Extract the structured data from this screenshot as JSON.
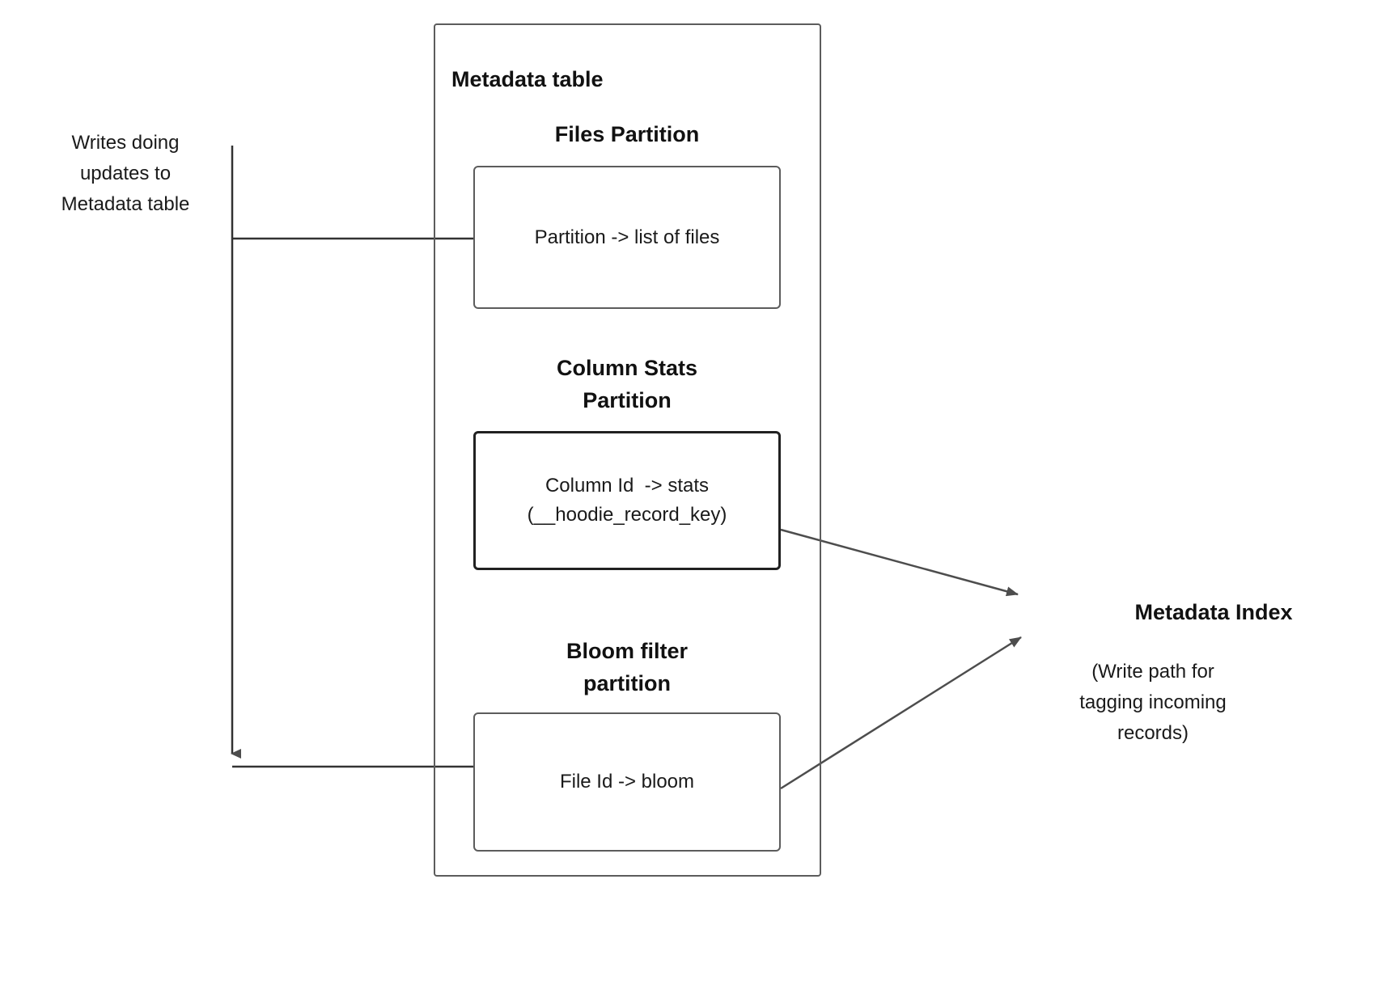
{
  "diagram": {
    "title": "Metadata table write path diagram",
    "colors": {
      "stroke_light": "#5c5c5c",
      "stroke_dark": "#212121",
      "arrow_fill": "#4d4d4d",
      "text": "#1a1a1a",
      "background": "#ffffff"
    }
  },
  "left_annotation": {
    "lines": [
      "Writes doing",
      "updates to",
      "Metadata table"
    ],
    "text": "Writes doing updates to Metadata table"
  },
  "metadata_table": {
    "title": "Metadata table",
    "partitions": [
      {
        "id": "files",
        "heading": "Files Partition",
        "box_text": "Partition -> list of files",
        "emphasized": false
      },
      {
        "id": "column-stats",
        "heading_lines": [
          "Column Stats",
          "Partition"
        ],
        "heading": "Column Stats Partition",
        "box_text": "Column Id  -> stats\n(__hoodie_record_key)",
        "emphasized": true
      },
      {
        "id": "bloom-filter",
        "heading_lines": [
          "Bloom filter",
          "partition"
        ],
        "heading": "Bloom filter partition",
        "box_text": "File Id -> bloom",
        "emphasized": false
      }
    ]
  },
  "metadata_index": {
    "title": "Metadata Index",
    "caption_lines": [
      "(Write path for",
      "tagging incoming",
      "records)"
    ],
    "caption": "(Write path for tagging incoming records)"
  }
}
